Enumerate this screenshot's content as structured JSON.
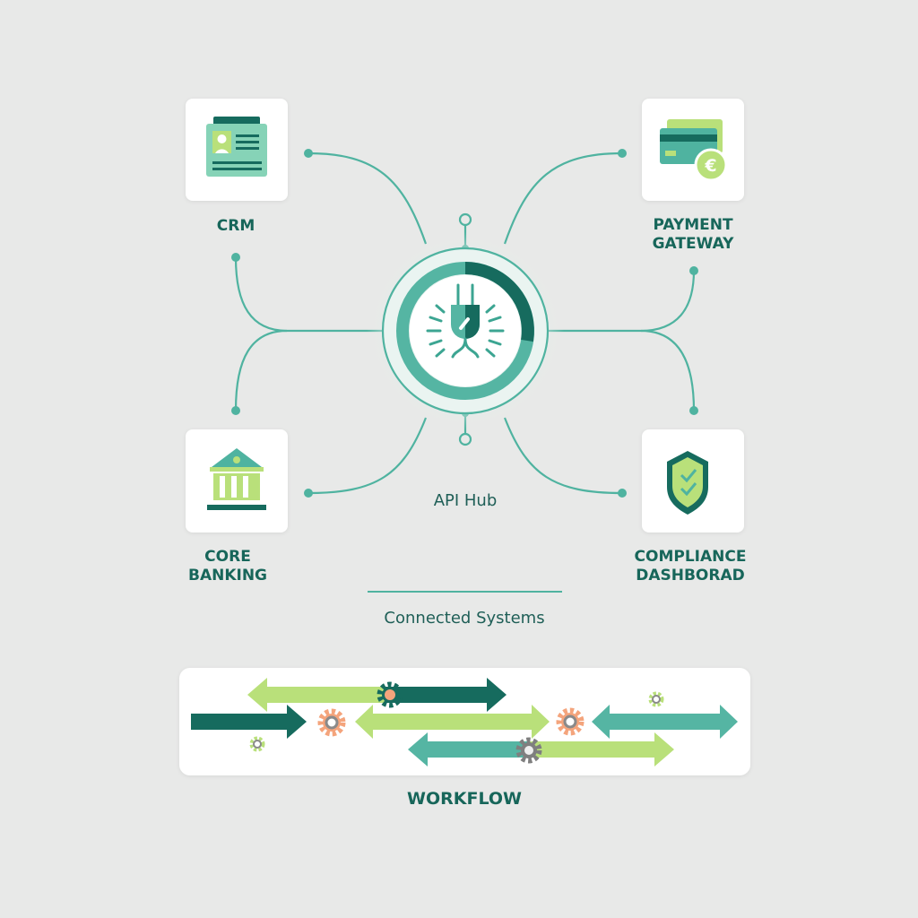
{
  "systems": {
    "crm": {
      "lines": [
        "CRM"
      ],
      "icon": "id-card-icon"
    },
    "payment": {
      "lines": [
        "PAYMENT",
        "GATEWAY"
      ],
      "icon": "credit-card-euro-icon"
    },
    "core_banking": {
      "lines": [
        "CORE",
        "BANKING"
      ],
      "icon": "bank-icon"
    },
    "compliance": {
      "lines": [
        "COMPLIANCE",
        "DASHBORAD"
      ],
      "icon": "shield-check-icon"
    }
  },
  "hub": {
    "label": "API Hub",
    "icon": "plug-icon"
  },
  "caption": "Connected Systems",
  "workflow": {
    "label": "WORKFLOW"
  },
  "colors": {
    "background": "#e8e9e8",
    "teal": "#4fb3a0",
    "dark_teal": "#166b5e",
    "lime": "#b9e07a",
    "orange": "#f4a47c",
    "gray": "#8a8a8a"
  }
}
